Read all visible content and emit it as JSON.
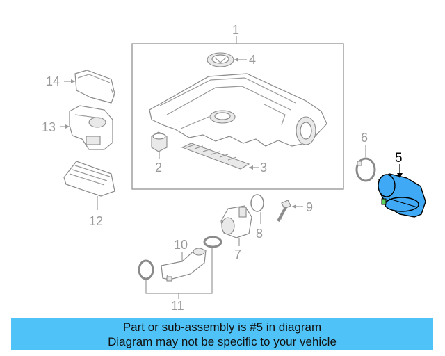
{
  "callouts": {
    "c1": "1",
    "c2": "2",
    "c3": "3",
    "c4": "4",
    "c5": "5",
    "c6": "6",
    "c7": "7",
    "c8": "8",
    "c9": "9",
    "c10": "10",
    "c11": "11",
    "c12": "12",
    "c13": "13",
    "c14": "14"
  },
  "highlighted_part": "5",
  "banner": {
    "line1": "Part or sub-assembly is #5 in diagram",
    "line2": "Diagram may not be specific to your vehicle"
  },
  "colors": {
    "highlight": "#3fa9f5",
    "banner": "#4fc3f7"
  }
}
